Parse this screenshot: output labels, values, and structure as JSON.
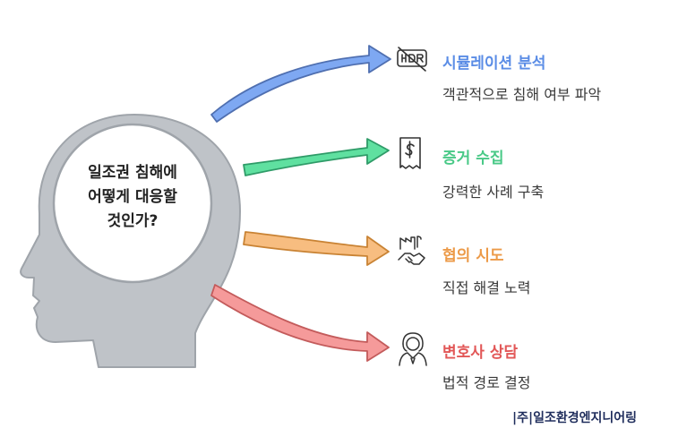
{
  "center": {
    "lines": [
      "일조권 침해에",
      "어떻게 대응할",
      "것인가?"
    ]
  },
  "items": [
    {
      "title": "시뮬레이션 분석",
      "desc": "객관적으로 침해 여부 파악",
      "color": "#5b8de6",
      "icon": "hdr-off-icon"
    },
    {
      "title": "증거 수집",
      "desc": "강력한 사례 구축",
      "color": "#49c987",
      "icon": "receipt-icon"
    },
    {
      "title": "협의 시도",
      "desc": "직접 해결 노력",
      "color": "#ec9a48",
      "icon": "handshake-factory-icon"
    },
    {
      "title": "변호사 상담",
      "desc": "법적 경로 결정",
      "color": "#e25757",
      "icon": "lawyer-icon"
    }
  ],
  "arrow_colors": [
    "#7ea8f2",
    "#5fe0a0",
    "#f7bd80",
    "#f59a9a"
  ],
  "footer": "|주|일조환경엔지니어링"
}
